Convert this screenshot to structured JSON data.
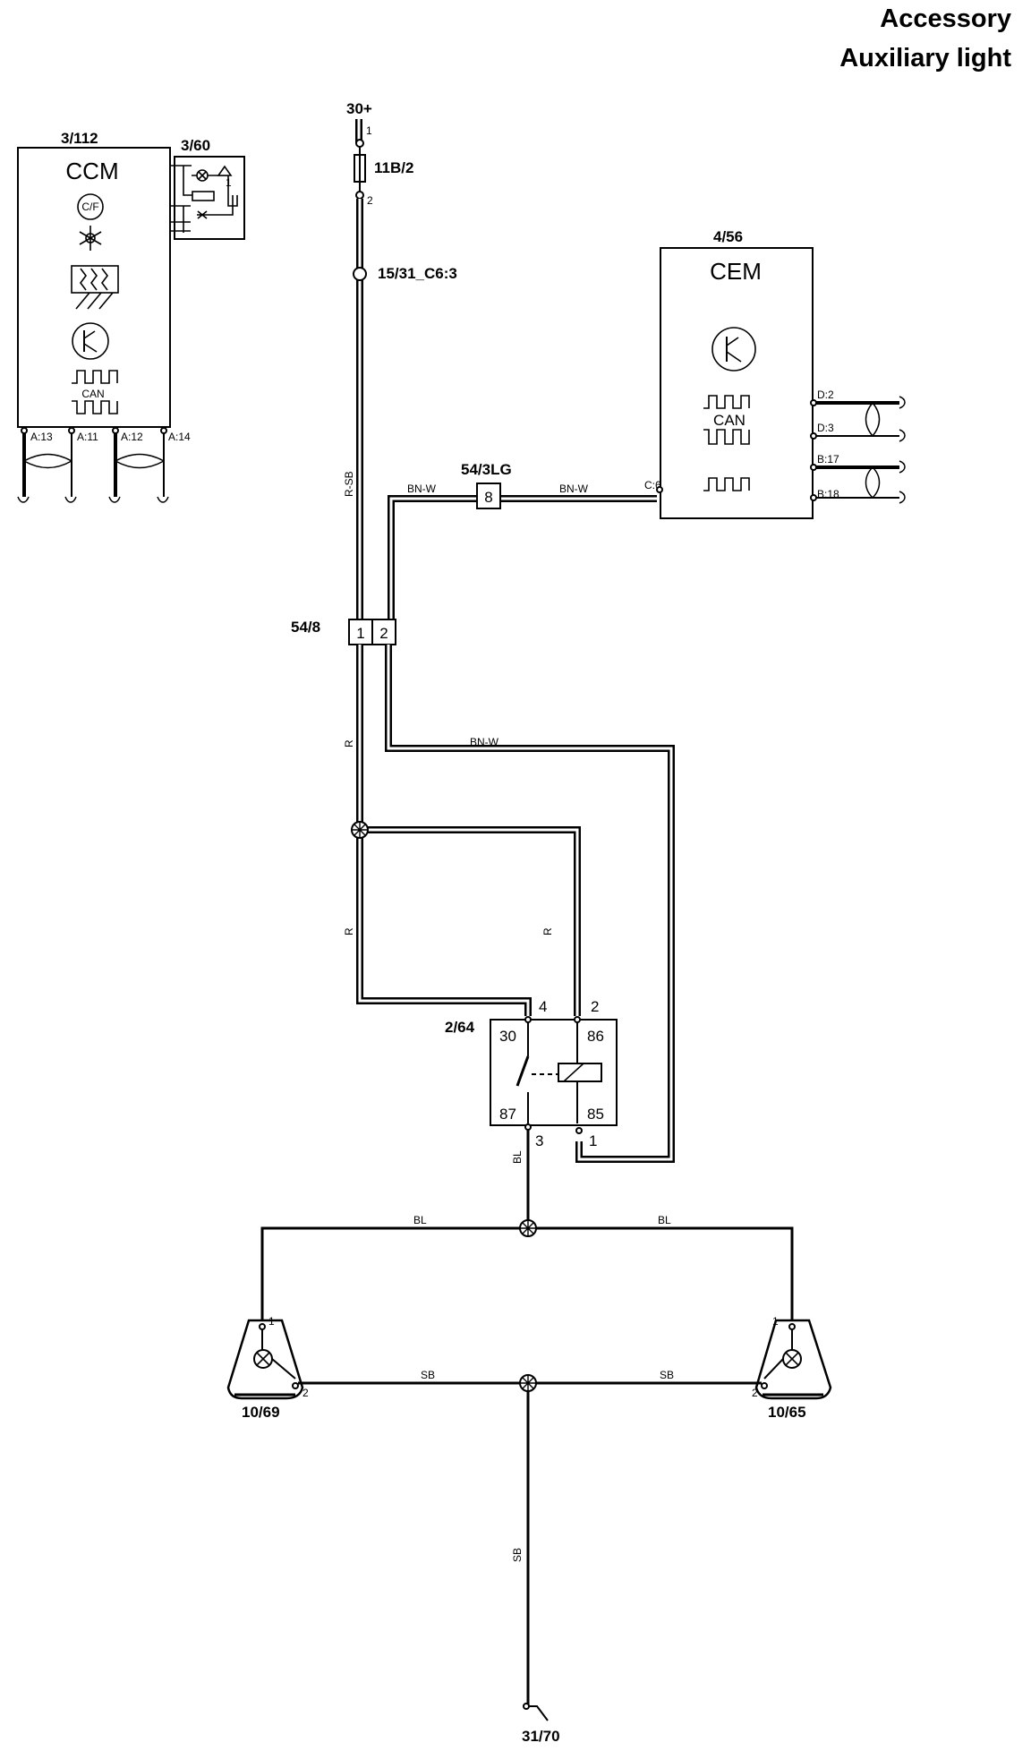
{
  "title": {
    "line1": "Accessory",
    "line2": "Auxiliary light"
  },
  "components": {
    "supply": "30+",
    "fuse": {
      "id": "11B/2",
      "pin_top": "1",
      "pin_bottom": "2"
    },
    "ground_point": "15/31_C6:3",
    "ccm": {
      "id": "3/112",
      "name": "CCM",
      "icons": [
        "temperature-unit-icon",
        "snowflake-icon",
        "heated-window-icon",
        "transistor-icon",
        "can-signal-icon"
      ],
      "cf_text": "C/F",
      "can_text": "CAN",
      "pins": [
        "A:13",
        "A:11",
        "A:12",
        "A:14"
      ]
    },
    "panel_360": {
      "id": "3/60",
      "pin_label": "1"
    },
    "cem": {
      "id": "4/56",
      "name": "CEM",
      "can_text": "CAN",
      "pin_c6": "C:6",
      "pins_right": [
        "D:2",
        "D:3",
        "B:17",
        "B:18"
      ]
    },
    "connector_543lg": {
      "id": "54/3LG",
      "pin": "8"
    },
    "connector_548": {
      "id": "54/8",
      "pins": [
        "1",
        "2"
      ]
    },
    "relay": {
      "id": "2/64",
      "outer_pins": {
        "top_left": "4",
        "top_right": "2",
        "bottom_left": "3",
        "bottom_right": "1"
      },
      "inner_pins": {
        "p30": "30",
        "p86": "86",
        "p87": "87",
        "p85": "85"
      }
    },
    "lamp_left": {
      "id": "10/69",
      "pin1": "1",
      "pin2": "2"
    },
    "lamp_right": {
      "id": "10/65",
      "pin1": "1",
      "pin2": "2"
    },
    "ground": "31/70"
  },
  "wire_colors": {
    "feed_upper": "R-SB",
    "cem_link_left": "BN-W",
    "cem_link_right": "BN-W",
    "return_link": "BN-W",
    "feed_mid": "R",
    "relay_30_feed": "R",
    "relay_86_feed": "R",
    "relay_out": "BL",
    "lamp_left_feed": "BL",
    "lamp_right_feed": "BL",
    "lamp_left_ground": "SB",
    "lamp_right_ground": "SB",
    "ground_trunk": "SB"
  }
}
